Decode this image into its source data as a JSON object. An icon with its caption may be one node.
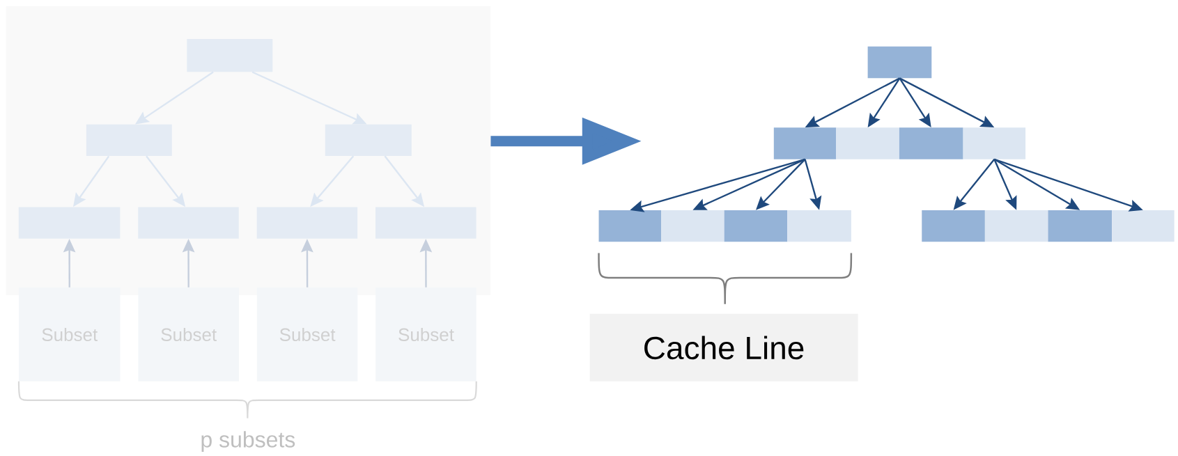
{
  "diagram": {
    "nodes": [
      {
        "text": [],
        "shape": "box"
      },
      {
        "text": [],
        "shape": "box",
        "in": 0
      },
      {
        "text": [],
        "shape": "box",
        "in": 0
      },
      {
        "text": [],
        "shape": "box",
        "in": 0
      },
      {
        "text": [],
        "shape": "box",
        "in": 0
      },
      {
        "text": [],
        "shape": "box",
        "in": 0
      },
      {
        "text": [],
        "shape": "box",
        "in": 0
      },
      {
        "text": [],
        "shape": "box",
        "in": 0
      },
      {
        "text": [
          "Subset"
        ]
      },
      {
        "text": [
          "Subset"
        ]
      },
      {
        "text": [
          "Subset"
        ]
      },
      {
        "text": [
          "Subset"
        ]
      },
      {
        "text": [],
        "shape": "box"
      },
      {
        "text": [],
        "shape": "box"
      },
      {
        "text": [],
        "shape": "box"
      },
      {
        "text": [],
        "shape": "box"
      },
      {
        "text": [],
        "shape": "box"
      },
      {
        "text": [],
        "shape": "box"
      },
      {
        "text": [],
        "shape": "box"
      },
      {
        "text": [],
        "shape": "box"
      },
      {
        "text": [],
        "shape": "box"
      },
      {
        "text": [],
        "shape": "box"
      },
      {
        "text": [],
        "shape": "box"
      },
      {
        "text": [],
        "shape": "box"
      },
      {
        "text": [],
        "shape": "box"
      },
      {
        "text": [
          "Cache Line"
        ]
      }
    ],
    "edges": [
      {
        "from": 1,
        "to": 2,
        "arrow": "to",
        "color": "#dce6f2"
      },
      {
        "from": 1,
        "to": 3,
        "arrow": "to",
        "color": "#dce6f2"
      },
      {
        "from": 2,
        "to": 4,
        "arrow": "to",
        "color": "#dce6f2"
      },
      {
        "from": 2,
        "to": 5,
        "arrow": "to",
        "color": "#dce6f2"
      },
      {
        "from": 3,
        "to": 6,
        "arrow": "to",
        "color": "#dce6f2"
      },
      {
        "from": 3,
        "to": 7,
        "arrow": "to",
        "color": "#dce6f2"
      },
      {
        "from": 8,
        "to": 4,
        "arrow": "to",
        "color": "#c6cfdd"
      },
      {
        "from": 9,
        "to": 5,
        "arrow": "to",
        "color": "#c6cfdd"
      },
      {
        "from": 10,
        "to": 6,
        "arrow": "to",
        "color": "#c6cfdd"
      },
      {
        "from": 11,
        "to": 7,
        "arrow": "to",
        "color": "#c6cfdd"
      },
      {
        "from": 0,
        "to": null,
        "arrow": "to",
        "style": "thick",
        "color": "#4f81bd"
      },
      {
        "from": 12,
        "to": 13,
        "arrow": "to"
      },
      {
        "from": 12,
        "to": 14,
        "arrow": "to"
      },
      {
        "from": 12,
        "to": 15,
        "arrow": "to"
      },
      {
        "from": 12,
        "to": 16,
        "arrow": "to"
      },
      {
        "from": 13,
        "to": 17,
        "arrow": "to"
      },
      {
        "from": 13,
        "to": 18,
        "arrow": "to"
      },
      {
        "from": 13,
        "to": 19,
        "arrow": "to"
      },
      {
        "from": 13,
        "to": 20,
        "arrow": "to"
      },
      {
        "from": 16,
        "to": 21,
        "arrow": "to"
      },
      {
        "from": 16,
        "to": 22,
        "arrow": "to"
      },
      {
        "from": 16,
        "to": 23,
        "arrow": "to"
      },
      {
        "from": 16,
        "to": 24,
        "arrow": "to"
      }
    ],
    "labels": [
      "p subsets"
    ]
  }
}
